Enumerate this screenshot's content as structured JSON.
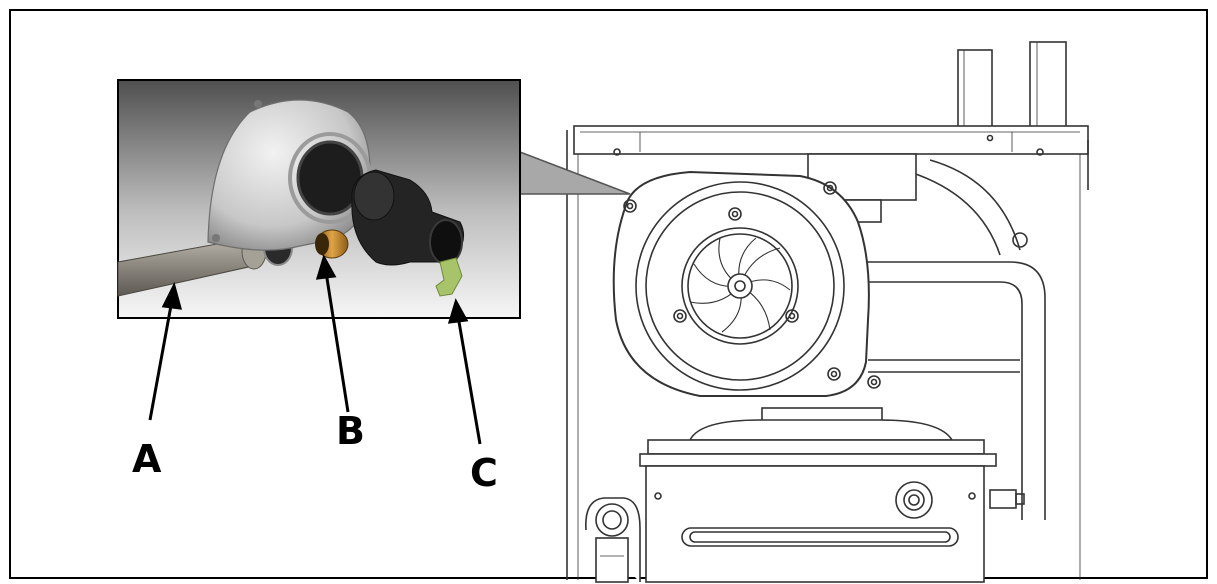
{
  "labels": {
    "a": "A",
    "b": "B",
    "c": "C"
  },
  "colors": {
    "border": "#000000",
    "inset_top": "#555555",
    "inset_bottom": "#f4f4f4",
    "pipe": "#8a857d",
    "fan_housing": "#cfcfcf",
    "venturi": "#1e1e1e",
    "bushing": "#c98a2a",
    "clip": "#a7c46a"
  }
}
